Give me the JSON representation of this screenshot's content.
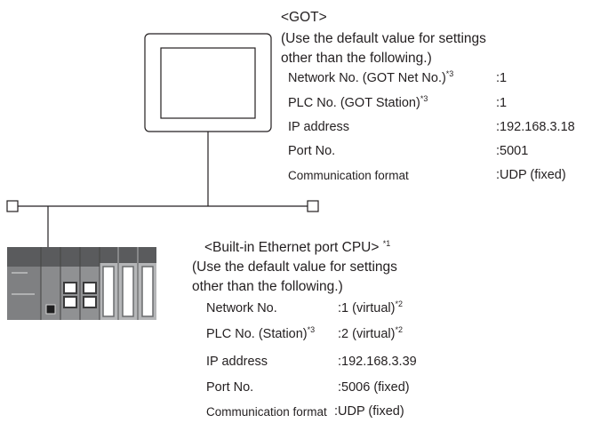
{
  "got": {
    "heading": "<GOT>",
    "intro_line1": "(Use the default value for settings",
    "intro_line2": "other than the following.)",
    "rows": [
      {
        "label": "Network No. (GOT Net No.)",
        "label_note": "*3",
        "value": ":1"
      },
      {
        "label": "PLC No. (GOT Station)",
        "label_note": "*3",
        "value": ":1"
      },
      {
        "label": "IP address",
        "label_note": "",
        "value": ":192.168.3.18"
      },
      {
        "label": "Port No.",
        "label_note": "",
        "value": ":5001"
      },
      {
        "label": "Communication format",
        "label_note": "",
        "value": ":UDP (fixed)"
      }
    ]
  },
  "cpu": {
    "heading": "<Built-in Ethernet port CPU>",
    "heading_note": "*1",
    "intro_line1": "(Use the default value for settings",
    "intro_line2": "other than the following.)",
    "rows": [
      {
        "label": "Network No.",
        "label_note": "",
        "value": ":1 (virtual)",
        "value_note": "*2"
      },
      {
        "label": "PLC No. (Station)",
        "label_note": "*3",
        "value": ":2 (virtual)",
        "value_note": "*2"
      },
      {
        "label": "IP address",
        "label_note": "",
        "value": ":192.168.3.39",
        "value_note": ""
      },
      {
        "label": "Port No.",
        "label_note": "",
        "value": ":5006 (fixed)",
        "value_note": ""
      },
      {
        "label": "Communication format",
        "label_note": "",
        "value": ":UDP (fixed)",
        "value_note": ""
      }
    ]
  },
  "colors": {
    "line": "#231f20",
    "panel_dark": "#5a5b5d",
    "panel_mid": "#8a8b8d",
    "panel_light": "#c9cacb"
  }
}
